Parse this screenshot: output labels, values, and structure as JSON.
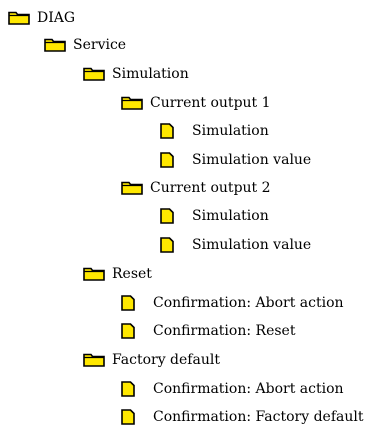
{
  "tree": {
    "root": {
      "label": "DIAG",
      "icon": "folder-icon",
      "children": {
        "service": {
          "label": "Service",
          "icon": "folder-icon",
          "children": {
            "simulation": {
              "label": "Simulation",
              "icon": "folder-icon",
              "children": {
                "current_output_1": {
                  "label": "Current output 1",
                  "icon": "folder-icon",
                  "items": [
                    "Simulation",
                    "Simulation value"
                  ]
                },
                "current_output_2": {
                  "label": "Current output 2",
                  "icon": "folder-icon",
                  "items": [
                    "Simulation",
                    "Simulation value"
                  ]
                }
              }
            },
            "reset": {
              "label": "Reset",
              "icon": "folder-icon",
              "items": [
                "Confirmation: Abort action",
                "Confirmation: Reset"
              ]
            },
            "factory_default": {
              "label": "Factory default",
              "icon": "folder-icon",
              "items": [
                "Confirmation: Abort action",
                "Confirmation: Factory default"
              ]
            }
          }
        }
      }
    }
  },
  "colors": {
    "icon_fill": "#FFE800",
    "icon_stroke": "#000000",
    "text": "#000000",
    "background": "#FFFFFF"
  }
}
